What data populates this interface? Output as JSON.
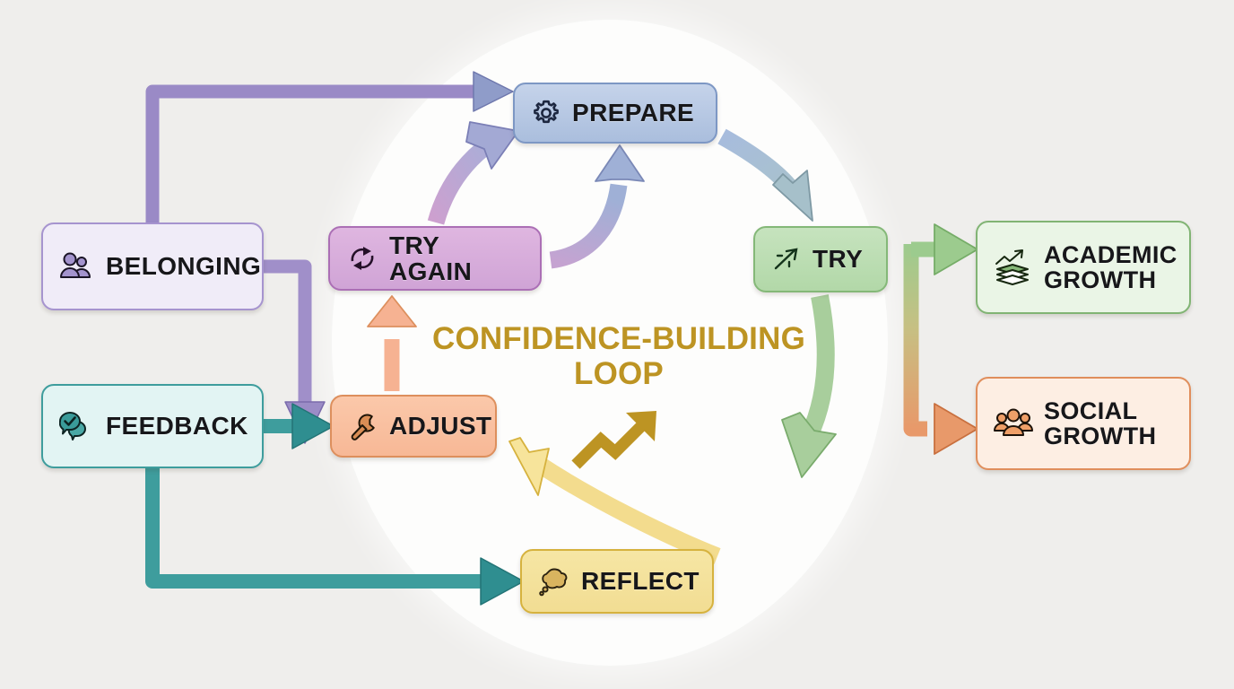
{
  "canvas": {
    "background_color": "#efeeec",
    "circle_color": "#fdfdfc"
  },
  "center": {
    "title": "CONFIDENCE-BUILDING\nLOOP",
    "title_color": "#bd9423",
    "icon": "trending-up-arrow-icon"
  },
  "loop_nodes": [
    {
      "id": "prepare",
      "label": "PREPARE",
      "icon": "gear-icon",
      "fill": "#b6c8e4",
      "border": "#7d97c4"
    },
    {
      "id": "try",
      "label": "TRY",
      "icon": "growth-arrow-icon",
      "fill": "#bcdeb3",
      "border": "#84b878"
    },
    {
      "id": "reflect",
      "label": "REFLECT",
      "icon": "thought-bubble-icon",
      "fill": "#f4e29b",
      "border": "#d6b23e"
    },
    {
      "id": "adjust",
      "label": "ADJUST",
      "icon": "wrench-icon",
      "fill": "#f9c0a0",
      "border": "#dd8f5d"
    },
    {
      "id": "tryagain",
      "label": "TRY AGAIN",
      "icon": "refresh-cycle-icon",
      "fill": "#d7add b",
      "border": "#ab6fb5"
    }
  ],
  "inputs": [
    {
      "id": "belonging",
      "label": "BELONGING",
      "icon": "people-group-icon",
      "fill": "#f0ecf8",
      "border": "#a694cf"
    },
    {
      "id": "feedback",
      "label": "FEEDBACK",
      "icon": "chat-check-icon",
      "fill": "#e2f4f3",
      "border": "#3e9d9d"
    }
  ],
  "outcomes": [
    {
      "id": "academic",
      "label": "ACADEMIC\nGROWTH",
      "icon": "books-growth-icon",
      "fill": "#eaf5e6",
      "border": "#81b474"
    },
    {
      "id": "social",
      "label": "SOCIAL\nGROWTH",
      "icon": "people-group-icon",
      "fill": "#fdeee3",
      "border": "#e08e5c"
    }
  ],
  "connections": [
    {
      "from": "belonging",
      "to": "prepare",
      "color": "#a08fc9",
      "style": "elbow"
    },
    {
      "from": "belonging",
      "to": "adjust",
      "color": "#a08fc9",
      "style": "elbow"
    },
    {
      "from": "feedback",
      "to": "adjust",
      "color": "#3e9d9d",
      "style": "straight"
    },
    {
      "from": "feedback",
      "to": "reflect",
      "color": "#3e9d9d",
      "style": "elbow"
    },
    {
      "from": "prepare",
      "to": "try",
      "color": "#9ab3cd",
      "style": "curve"
    },
    {
      "from": "try",
      "to": "reflect",
      "color": "#a8ce9c",
      "style": "curve"
    },
    {
      "from": "reflect",
      "to": "adjust",
      "color": "#f3dc8e",
      "style": "curve"
    },
    {
      "from": "adjust",
      "to": "tryagain",
      "color": "#f6b292",
      "style": "straight"
    },
    {
      "from": "tryagain",
      "to": "prepare",
      "color": "#c6a3d2",
      "style": "curve"
    },
    {
      "from": "adjust",
      "to": "prepare",
      "color": "#b3bfdd",
      "style": "curve"
    },
    {
      "from": "try",
      "to": "academic",
      "color": "#9ccb8e",
      "style": "elbow"
    },
    {
      "from": "try",
      "to": "social",
      "color": "#e8996a",
      "style": "elbow"
    }
  ]
}
